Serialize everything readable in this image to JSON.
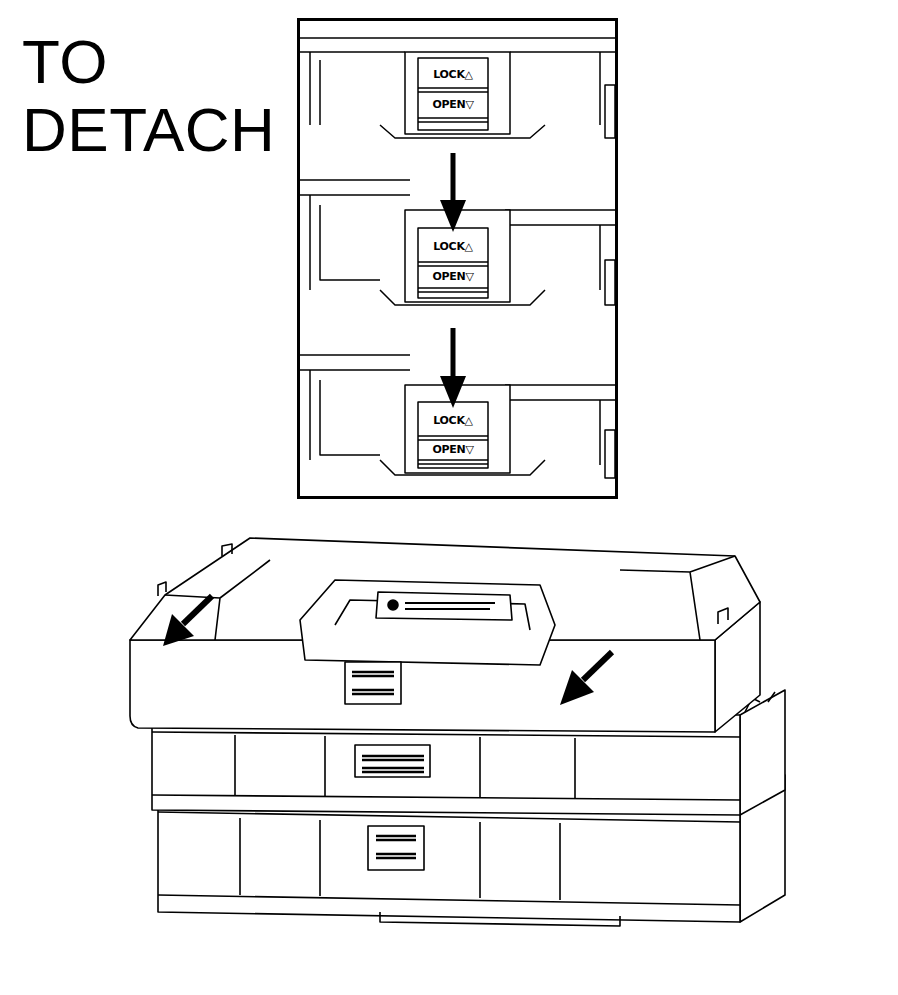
{
  "diagram": {
    "title": "TO DETACH",
    "labels": [
      "LOCK△",
      "OPEN▽",
      "LOCK△",
      "OPEN▽",
      "LOCK△",
      "OPEN▽"
    ]
  }
}
